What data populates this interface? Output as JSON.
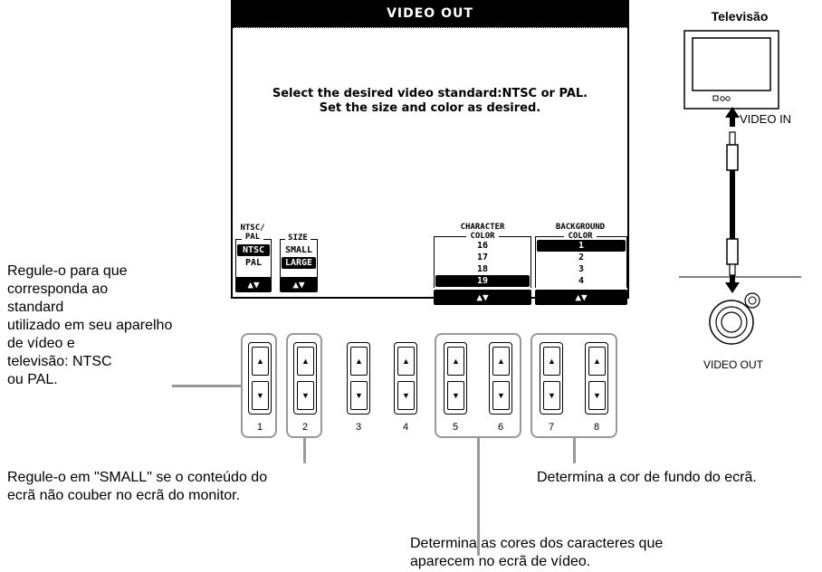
{
  "screen": {
    "title": "VIDEO OUT",
    "message_line1": "Select the desired video standard:NTSC or PAL.",
    "message_line2": "Set the size and color as desired."
  },
  "ntsc_pal": {
    "label1": "NTSC/",
    "label2": "PAL",
    "options": [
      "NTSC",
      "PAL"
    ],
    "selected": "NTSC"
  },
  "size": {
    "label": "SIZE",
    "options": [
      "SMALL",
      "LARGE"
    ],
    "selected": "LARGE"
  },
  "character_color": {
    "label1": "CHARACTER",
    "label2": "COLOR",
    "options": [
      "16",
      "17",
      "18",
      "19"
    ],
    "selected": "19"
  },
  "background_color": {
    "label1": "BACKGROUND",
    "label2": "COLOR",
    "options": [
      "1",
      "2",
      "3",
      "4"
    ],
    "selected": "1"
  },
  "arrows": "▲▼",
  "buttons": {
    "numbers": [
      "1",
      "2",
      "3",
      "4",
      "5",
      "6",
      "7",
      "8"
    ],
    "up": "▲",
    "down": "▼"
  },
  "tv": {
    "label": "Televisão",
    "video_in": "VIDEO IN",
    "video_out": "VIDEO OUT"
  },
  "callouts": {
    "ntsc_pal": [
      "Regule-o para que",
      "corresponda ao",
      "standard",
      "utilizado em seu aparelho",
      "de vídeo e",
      "televisão: NTSC",
      "ou PAL."
    ],
    "size": [
      "Regule-o em \"SMALL\" se o conteúdo do",
      "ecrã não couber no ecrã do monitor."
    ],
    "background": "Determina a cor de fundo do ecrã.",
    "character": [
      "Determina as cores dos caracteres que",
      "aparecem no ecrã de vídeo."
    ]
  },
  "colors": {
    "lcd": "#000000",
    "frame": "#999999"
  }
}
